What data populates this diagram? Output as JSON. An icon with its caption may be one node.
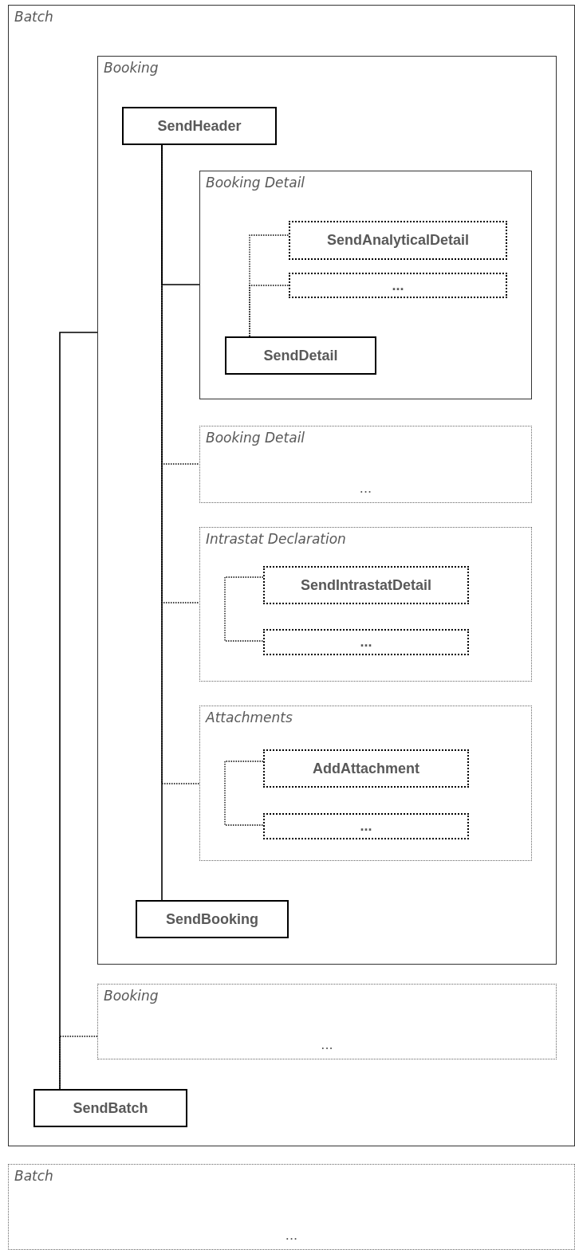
{
  "diagram": {
    "nodes": [
      {
        "text": [
          "Batch"
        ]
      },
      {
        "text": [
          "Booking"
        ],
        "in": 0
      },
      {
        "text": [
          "SendHeader"
        ],
        "in": 1
      },
      {
        "text": [
          "Booking Detail"
        ],
        "in": 1
      },
      {
        "text": [
          "SendAnalyticalDetail"
        ],
        "in": 3
      },
      {
        "text": [
          "..."
        ],
        "in": 3
      },
      {
        "text": [
          "SendDetail"
        ],
        "in": 3
      },
      {
        "text": [
          "Booking Detail",
          "..."
        ],
        "in": 1
      },
      {
        "text": [
          "Intrastat Declaration"
        ],
        "in": 1
      },
      {
        "text": [
          "SendIntrastatDetail"
        ],
        "in": 8
      },
      {
        "text": [
          "..."
        ],
        "in": 8
      },
      {
        "text": [
          "Attachments"
        ],
        "in": 1
      },
      {
        "text": [
          "AddAttachment"
        ],
        "in": 11
      },
      {
        "text": [
          "..."
        ],
        "in": 11
      },
      {
        "text": [
          "SendBooking"
        ],
        "in": 1
      },
      {
        "text": [
          "Booking",
          "..."
        ],
        "in": 0
      },
      {
        "text": [
          "SendBatch"
        ],
        "in": 0
      },
      {
        "text": [
          "Batch",
          "..."
        ]
      }
    ],
    "edges": [
      {
        "from": 2,
        "to": 3,
        "arrow": "none"
      },
      {
        "from": 2,
        "to": 7,
        "arrow": "none",
        "style": "dashed"
      },
      {
        "from": 2,
        "to": 8,
        "arrow": "none",
        "style": "dashed"
      },
      {
        "from": 2,
        "to": 11,
        "arrow": "none",
        "style": "dashed"
      },
      {
        "from": 2,
        "to": 14,
        "arrow": "none"
      },
      {
        "from": 6,
        "to": 4,
        "arrow": "none",
        "style": "dashed"
      },
      {
        "from": 6,
        "to": 5,
        "arrow": "none",
        "style": "dashed"
      },
      {
        "from": 9,
        "to": 10,
        "arrow": "none",
        "style": "dashed"
      },
      {
        "from": 12,
        "to": 13,
        "arrow": "none",
        "style": "dashed"
      },
      {
        "from": 1,
        "to": 16,
        "arrow": "none"
      },
      {
        "from": 15,
        "to": 16,
        "arrow": "none",
        "style": "dashed"
      }
    ]
  }
}
